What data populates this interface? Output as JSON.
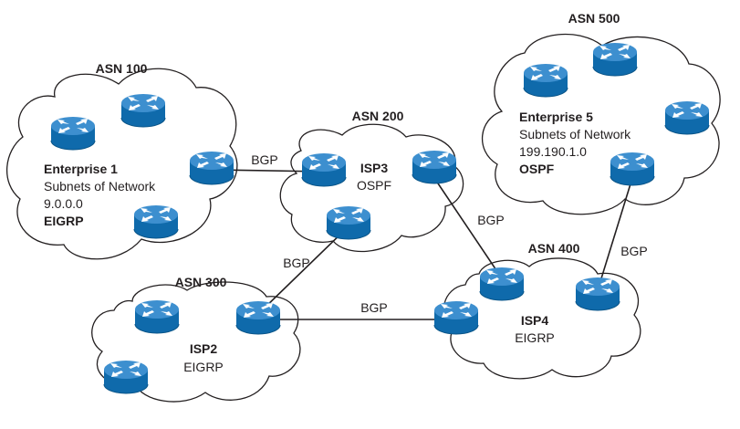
{
  "colors": {
    "router_top": "#3d8fcf",
    "router_body": "#0f6aab",
    "router_dark": "#0b5588",
    "arrow": "#ffffff",
    "line": "#231f20"
  },
  "icon": "router-icon",
  "clouds": {
    "asn100": {
      "asn": "ASN 100",
      "name": "Enterprise 1",
      "line1": "Subnets of Network",
      "line2": "9.0.0.0",
      "protocol": "EIGRP"
    },
    "asn200": {
      "asn": "ASN 200",
      "name": "ISP3",
      "protocol": "OSPF"
    },
    "asn300": {
      "asn": "ASN 300",
      "name": "ISP2",
      "protocol": "EIGRP"
    },
    "asn400": {
      "asn": "ASN 400",
      "name": "ISP4",
      "protocol": "EIGRP"
    },
    "asn500": {
      "asn": "ASN 500",
      "name": "Enterprise 5",
      "line1": "Subnets of Network",
      "line2": "199.190.1.0",
      "protocol": "OSPF"
    }
  },
  "links": {
    "e1_isp3": "BGP",
    "isp3_isp4": "BGP",
    "isp3_isp2": "BGP",
    "isp2_isp4": "BGP",
    "e5_isp4": "BGP"
  }
}
